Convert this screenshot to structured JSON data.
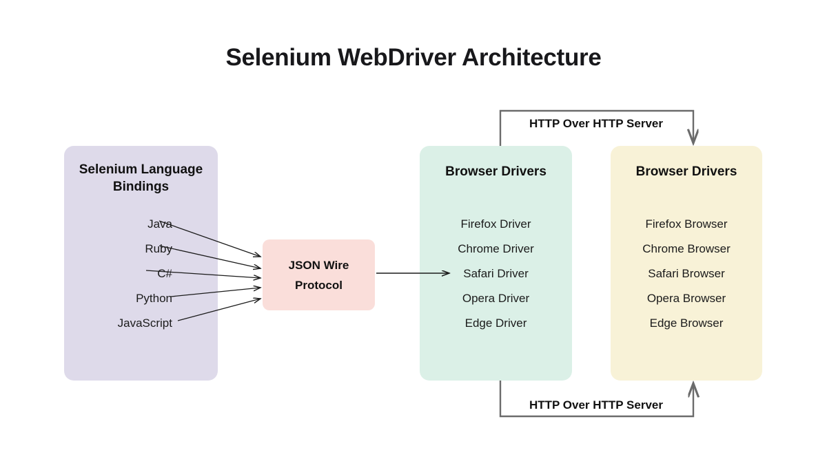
{
  "page": {
    "title": "Selenium WebDriver Architecture",
    "background": "#ffffff"
  },
  "colors": {
    "bindings_panel": "#dedaea",
    "protocol_panel": "#fadeda",
    "drivers_panel": "#dbf0e7",
    "browsers_panel": "#f8f2d7",
    "connector_line": "#6b6b6b",
    "arrow": "#1a1a1a",
    "text": "#111111"
  },
  "bindings": {
    "title_line1": "Selenium Language",
    "title_line2": "Bindings",
    "items": [
      "Java",
      "Ruby",
      "C#",
      "Python",
      "JavaScript"
    ]
  },
  "protocol": {
    "line1": "JSON Wire",
    "line2": "Protocol"
  },
  "drivers": {
    "title": "Browser Drivers",
    "items": [
      "Firefox Driver",
      "Chrome Driver",
      "Safari Driver",
      "Opera Driver",
      "Edge Driver"
    ]
  },
  "browsers": {
    "title": "Browser Drivers",
    "items": [
      "Firefox Browser",
      "Chrome Browser",
      "Safari Browser",
      "Opera Browser",
      "Edge Browser"
    ]
  },
  "connectors": {
    "top_label": "HTTP Over HTTP Server",
    "bottom_label": "HTTP Over HTTP Server"
  }
}
